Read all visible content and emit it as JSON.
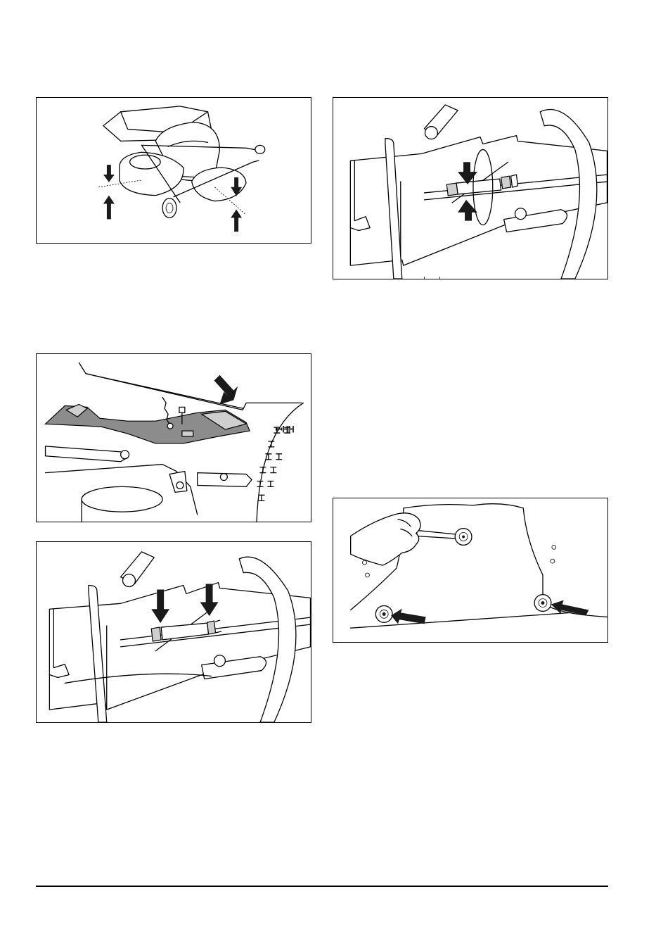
{
  "page": {
    "background": "#ffffff",
    "ink": "#000000",
    "figures": [
      {
        "id": "fig-1",
        "icon": "mower-underside-level-arrows"
      },
      {
        "id": "fig-2",
        "icon": "deck-link-chain-bolt"
      },
      {
        "id": "fig-3",
        "icon": "lift-rod-lock-nuts"
      },
      {
        "id": "fig-4",
        "icon": "lift-rod-turn-adjust"
      },
      {
        "id": "fig-5",
        "icon": "deck-bolts-wrench"
      }
    ]
  }
}
